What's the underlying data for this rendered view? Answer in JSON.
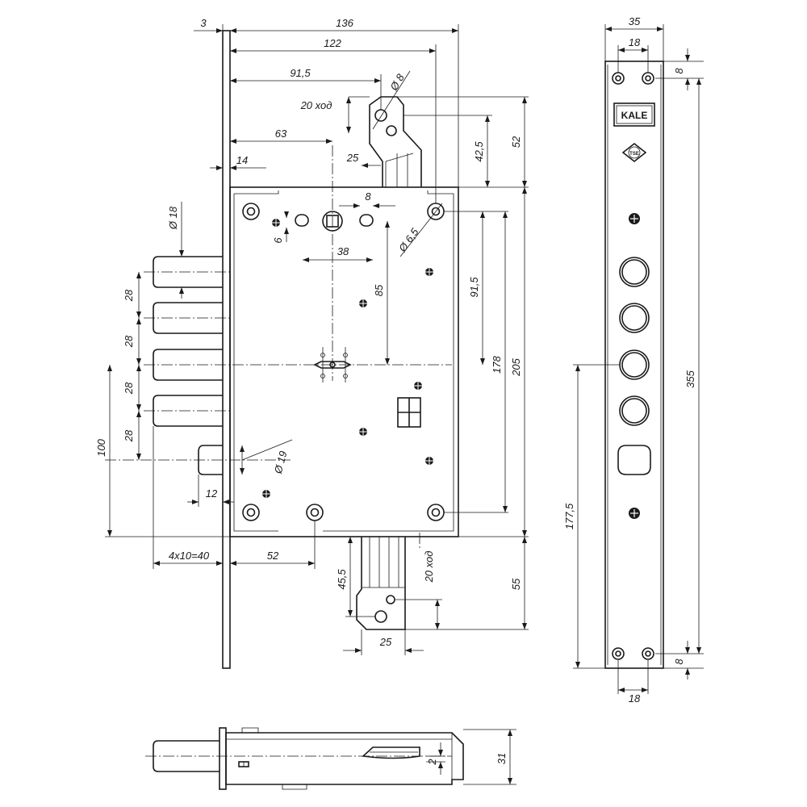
{
  "brand": {
    "logo_text": "KALE",
    "badge_text": "TSE"
  },
  "colors": {
    "line": "#1a1a1a",
    "background": "#ffffff"
  },
  "dimensions": {
    "top_3": "3",
    "top_136": "136",
    "top_122": "122",
    "top_91_5": "91,5",
    "dia_8": "Ø 8",
    "stroke_20_top": "20 ход",
    "top_63": "63",
    "top_25": "25",
    "top_42_5": "42,5",
    "top_52": "52",
    "top_14": "14",
    "top_8": "8",
    "dia_6_5": "Ø 6,5",
    "dia_18": "Ø 18",
    "top_6": "6",
    "top_38": "38",
    "mid_85": "85",
    "right_91_5": "91,5",
    "right_178": "178",
    "right_205": "205",
    "left_28_a": "28",
    "left_28_b": "28",
    "left_28_c": "28",
    "left_28_d": "28",
    "left_100": "100",
    "dia_19": "Ø 19",
    "left_12": "12",
    "bottom_4x10": "4x10=40",
    "bottom_52": "52",
    "bottom_45_5": "45,5",
    "stroke_20_bottom": "20 ход",
    "bottom_55": "55",
    "bottom_25": "25",
    "face_35": "35",
    "face_18_top": "18",
    "face_8_top": "8",
    "face_355": "355",
    "face_177_5": "177,5",
    "face_8_bottom": "8",
    "face_18_bottom": "18",
    "side_31": "31",
    "side_2": "2"
  }
}
